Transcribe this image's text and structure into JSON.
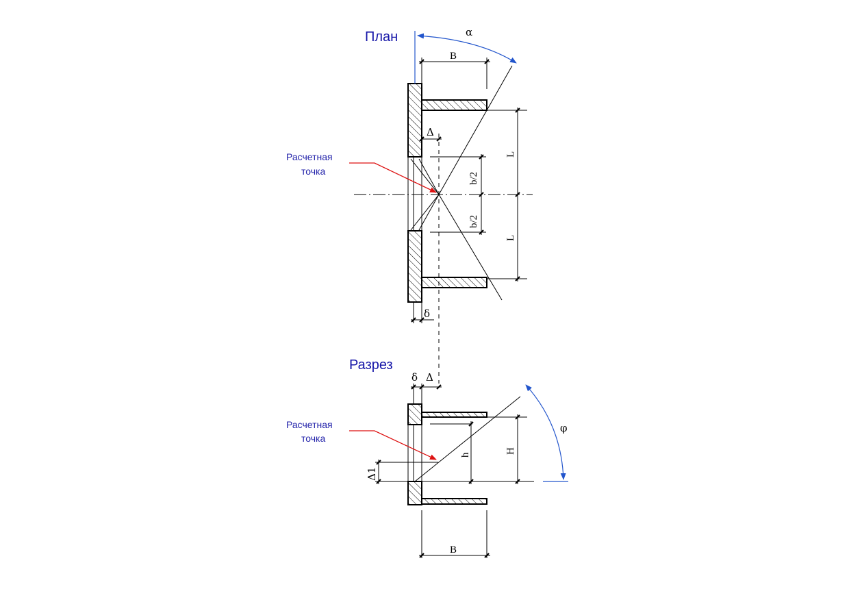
{
  "titles": {
    "plan": "План",
    "section": "Разрез"
  },
  "annotations": {
    "calc_point_plan": [
      "Расчетная",
      "точка"
    ],
    "calc_point_section": [
      "Расчетная",
      "точка"
    ]
  },
  "dimensions": {
    "plan": {
      "B": "B",
      "alpha": "α",
      "delta_gap": "Δ",
      "b_half_top": "b/2",
      "b_half_bottom": "b/2",
      "L_top": "L",
      "L_bottom": "L",
      "thickness": "δ"
    },
    "section": {
      "thickness": "δ",
      "delta_gap": "Δ",
      "delta1": "Δ1",
      "h": "h",
      "H": "H",
      "phi": "φ",
      "B": "B"
    }
  },
  "colors": {
    "title": "#1515a8",
    "annotation": "#2222aa",
    "leader_arrow": "#dd1111",
    "angle_arc": "#2255cc",
    "lines": "#000000"
  }
}
